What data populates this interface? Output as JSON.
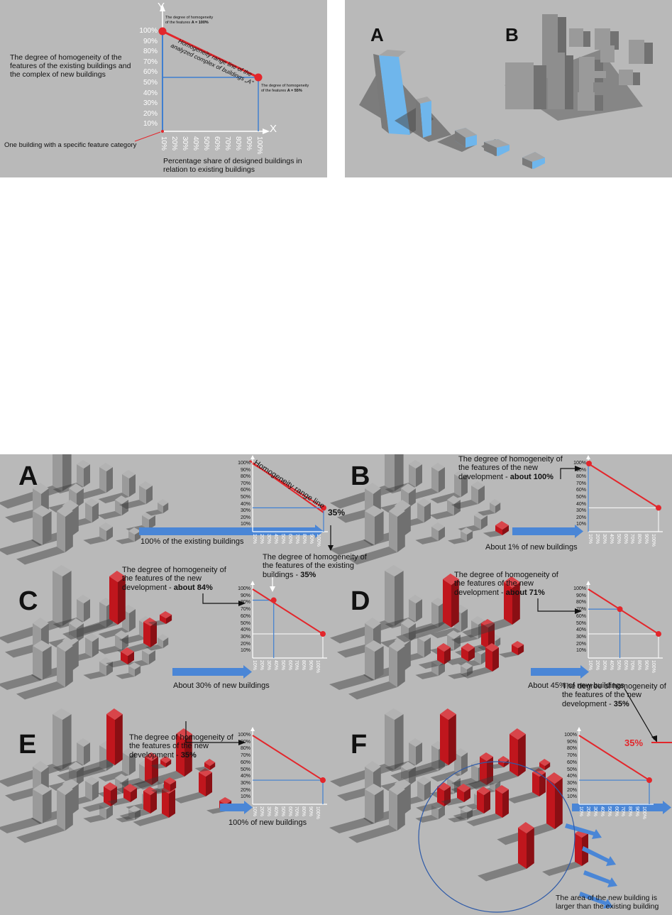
{
  "top_chart": {
    "y_label": "Y",
    "x_label": "X",
    "y_ticks": [
      "100%",
      "90%",
      "80%",
      "70%",
      "60%",
      "50%",
      "40%",
      "30%",
      "20%",
      "10%"
    ],
    "x_ticks": [
      "10%",
      "20%",
      "30%",
      "40%",
      "50%",
      "60%",
      "70%",
      "80%",
      "90%",
      "100%"
    ],
    "left_caption": "The degree of homogeneity of the features of the existing buildings and the complex of new buildings",
    "bottom_left_caption": "One building with a specific feature category",
    "bottom_caption": "Percentage share of designed buildings in relation to existing buildings",
    "top_point_note_1": "The degree of homogeneity",
    "top_point_note_2": "of the features ",
    "top_point_note_bold": "A = 100%",
    "end_point_note_1": "The degree of homogeneity",
    "end_point_note_2": "of the features ",
    "end_point_note_bold": "A = 55%",
    "range_line_label": "Homogeneity range line of the analyzed complex of buildings „A\""
  },
  "top_right": {
    "label_a": "A",
    "label_b": "B"
  },
  "scenarios": {
    "A": {
      "letter": "A",
      "range_label": "Homogeneity range line",
      "value_label": "35%",
      "bar_label": "100% of the existing buildings",
      "note_main": "The degree of homogeneity of the features of the existing buildings - ",
      "note_bold": "35%"
    },
    "B": {
      "letter": "B",
      "bar_label": "About 1% of new buildings",
      "note_main": "The degree of homogeneity of the features of the new development - ",
      "note_bold": "about 100%"
    },
    "C": {
      "letter": "C",
      "bar_label": "About 30% of new buildings",
      "note_main": "The degree of homogeneity of the features of the new development - ",
      "note_bold": "about 84%"
    },
    "D": {
      "letter": "D",
      "bar_label": "About 45% of new buildings",
      "note_main": "The degree of homogeneity of the features of the new development - ",
      "note_bold": "about 71%"
    },
    "E": {
      "letter": "E",
      "bar_label": "100% of new buildings",
      "note_main": "The degree of homogeneity of the features of the new development - ",
      "note_bold": "35%"
    },
    "F": {
      "letter": "F",
      "value_label": "35%",
      "note_main": "The degree of homogeneity of the features of the new development - ",
      "note_bold": "35%",
      "area_note": "The area of the new building is larger than the existing building"
    }
  },
  "small_y_ticks": [
    "100%",
    "90%",
    "80%",
    "70%",
    "60%",
    "50%",
    "40%",
    "30%",
    "20%",
    "10%"
  ],
  "small_x_ticks": [
    "10%",
    "20%",
    "30%",
    "40%",
    "50%",
    "60%",
    "70%",
    "80%",
    "90%",
    "100%"
  ],
  "chart_data": [
    {
      "type": "line",
      "title": "",
      "xlabel": "X",
      "ylabel": "Y",
      "x": [
        0,
        100
      ],
      "y": [
        100,
        55
      ],
      "xlim": [
        0,
        100
      ],
      "ylim": [
        0,
        100
      ],
      "points": [
        {
          "x": 0,
          "y": 100,
          "label": "A = 100%"
        },
        {
          "x": 100,
          "y": 55,
          "label": "A = 55%"
        }
      ]
    },
    {
      "type": "line",
      "panel": "A",
      "x": [
        0,
        100
      ],
      "y": [
        100,
        35
      ],
      "marker": {
        "x": 100,
        "y": 35
      }
    },
    {
      "type": "line",
      "panel": "B",
      "x": [
        0,
        100
      ],
      "y": [
        100,
        35
      ],
      "marker": {
        "x": 1,
        "y": 100
      }
    },
    {
      "type": "line",
      "panel": "C",
      "x": [
        0,
        100
      ],
      "y": [
        100,
        35
      ],
      "marker": {
        "x": 30,
        "y": 84
      }
    },
    {
      "type": "line",
      "panel": "D",
      "x": [
        0,
        100
      ],
      "y": [
        100,
        35
      ],
      "marker": {
        "x": 45,
        "y": 71
      }
    },
    {
      "type": "line",
      "panel": "E",
      "x": [
        0,
        100
      ],
      "y": [
        100,
        35
      ],
      "marker": {
        "x": 100,
        "y": 35
      }
    },
    {
      "type": "line",
      "panel": "F",
      "x": [
        0,
        100
      ],
      "y": [
        100,
        35
      ],
      "marker": {
        "x": 100,
        "y": 35
      }
    }
  ],
  "colors": {
    "panel_bg": "#b9b9b9",
    "red": "#e3262b",
    "blue": "#3f7fd0",
    "arrow_blue": "#4a86d6",
    "building_gray": "#8e8e8e",
    "building_red": "#b0151b",
    "light_blue": "#6fb6ec"
  }
}
